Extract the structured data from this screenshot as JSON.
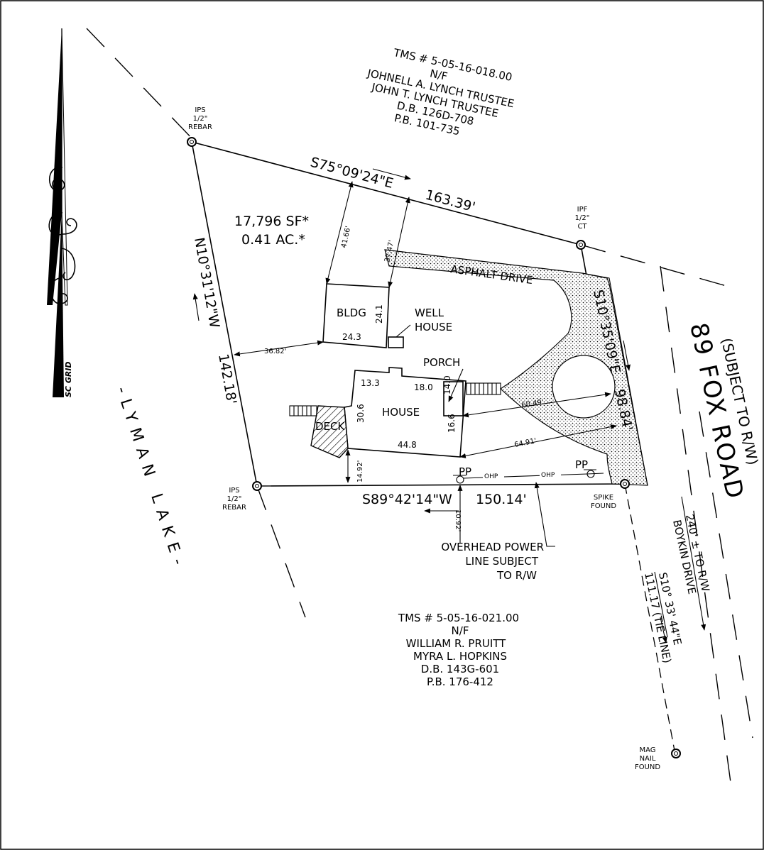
{
  "north_arrow": {
    "label": "SC GRID"
  },
  "lake": {
    "label": "-LYMAN LAKE-"
  },
  "road": {
    "name": "89 FOX ROAD",
    "note": "(SUBJECT TO R/W)"
  },
  "adjoiners": {
    "north": {
      "lines": [
        "TMS # 5-05-16-018.00",
        "N/F",
        "JOHNELL A. LYNCH TRUSTEE",
        "JOHN T. LYNCH TRUSTEE",
        "D.B. 126D-708",
        "P.B. 101-735"
      ]
    },
    "south": {
      "lines": [
        "TMS # 5-05-16-021.00",
        "N/F",
        "WILLIAM R. PRUITT",
        "MYRA L. HOPKINS",
        "D.B. 143G-601",
        "P.B. 176-412"
      ]
    }
  },
  "area": {
    "sf": "17,796 SF*",
    "ac": "0.41 AC.*"
  },
  "bearings": {
    "north_line": "S75°09'24\"E",
    "north_dist": "163.39'",
    "west_line": "N10°31'12\"W",
    "west_dist": "142.18'",
    "south_line": "S89°42'14\"W",
    "south_dist": "150.14'",
    "east_line": "S10°35'09\"E",
    "east_dist": "98.84'",
    "tie_bearing": "S10° 33' 44\"E",
    "tie_dist": "111.17 (TIE LINE)"
  },
  "corners": {
    "nw": [
      "IPS",
      "1/2\"",
      "REBAR"
    ],
    "ne": [
      "IPF",
      "1/2\"",
      "CT"
    ],
    "sw": [
      "IPS",
      "1/2\"",
      "REBAR"
    ],
    "se": [
      "SPIKE",
      "FOUND"
    ],
    "mag": [
      "MAG",
      "NAIL",
      "FOUND"
    ]
  },
  "structures": {
    "bldg": {
      "label": "BLDG",
      "w": "24.3",
      "h": "24.1"
    },
    "well": {
      "label1": "WELL",
      "label2": "HOUSE"
    },
    "house": {
      "label": "HOUSE",
      "d1": "13.3",
      "d2": "18.0",
      "d3": "14.0",
      "d4": "30.6",
      "d5": "44.8",
      "d6": "16.6"
    },
    "porch": {
      "label": "PORCH"
    },
    "deck": {
      "label": "DECK"
    },
    "drive": {
      "label": "ASPHALT DRIVE"
    }
  },
  "offsets": {
    "a": "41.66'",
    "b": "37.47'",
    "c": "36.82'",
    "d": "14.92'",
    "e": "60.49'",
    "f": "64.91'",
    "g": "10.92'"
  },
  "utilities": {
    "pp1": "PP",
    "pp2": "PP",
    "ohp1": "OHP",
    "ohp2": "OHP",
    "note": [
      "OVERHEAD POWER",
      "LINE SUBJECT",
      "TO R/W"
    ]
  },
  "boykin": {
    "dist": "240' ± TO R/W",
    "name": "BOYKIN DRIVE"
  }
}
